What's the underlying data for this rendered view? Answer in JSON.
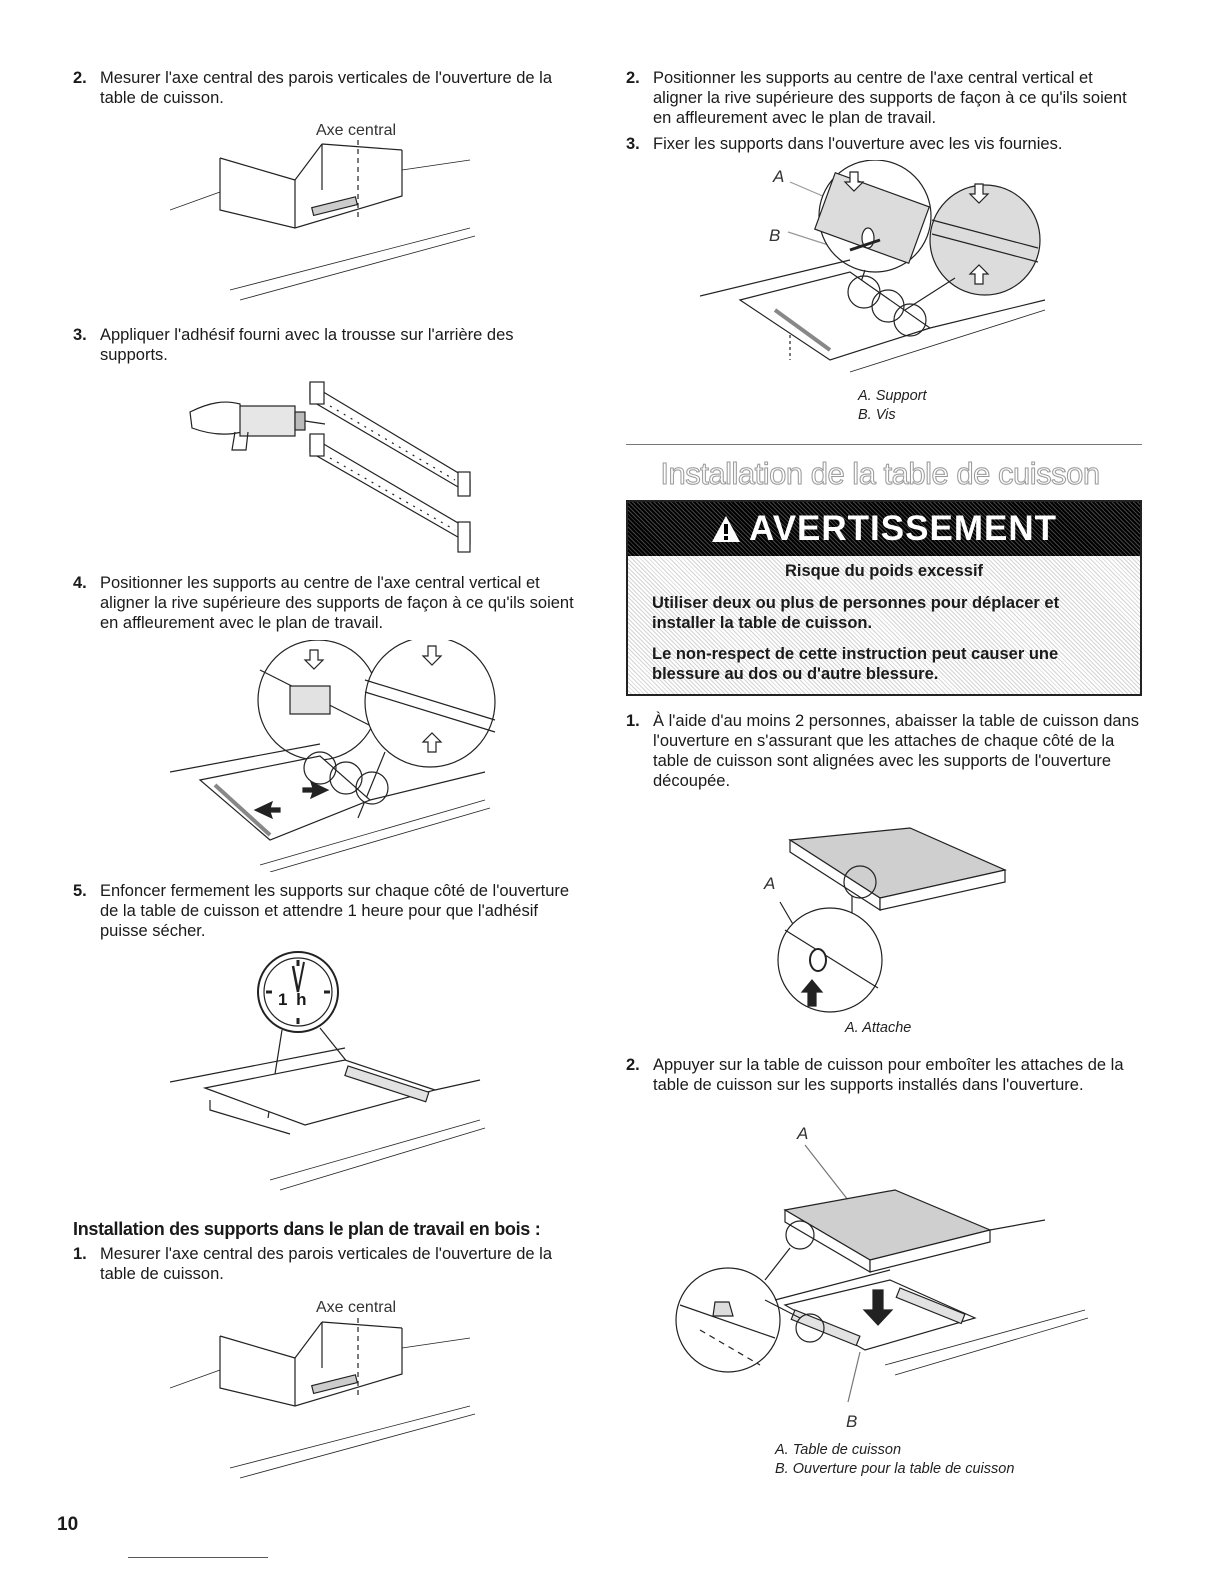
{
  "left": {
    "step2_num": "2.",
    "step2_text": "Mesurer l'axe central des parois verticales de l'ouverture de la table de cuisson.",
    "fig1_label": "Axe central",
    "step3_num": "3.",
    "step3_text": "Appliquer l'adhésif fourni avec la trousse sur l'arrière des supports.",
    "step4_num": "4.",
    "step4_text": "Positionner les supports au centre de l'axe central vertical et aligner la rive supérieure des supports de façon à ce qu'ils soient en affleurement avec le plan de travail.",
    "step5_num": "5.",
    "step5_text": "Enfoncer fermement les supports sur chaque côté de l'ouverture de la table de cuisson et attendre 1 heure pour que l'adhésif puisse sécher.",
    "clock_label": "1 h",
    "subhead": "Installation des supports dans le plan de travail en bois :",
    "wood_step1_num": "1.",
    "wood_step1_text": "Mesurer l'axe central des parois verticales de l'ouverture de la table de cuisson.",
    "fig5_label": "Axe central"
  },
  "right": {
    "step2_num": "2.",
    "step2_text": "Positionner les supports au centre de l'axe central vertical et aligner la rive supérieure des supports de façon à ce qu'ils soient en affleurement avec le plan de travail.",
    "step3_num": "3.",
    "step3_text": "Fixer les supports dans l'ouverture avec les vis fournies.",
    "fig_a_letter": "A",
    "fig_b_letter": "B",
    "caption1_a": "A. Support",
    "caption1_b": "B. Vis",
    "section_title": "Installation de la table de cuisson",
    "warning": {
      "title": "AVERTISSEMENT",
      "subtitle": "Risque du poids excessif",
      "p1": "Utiliser deux ou plus de personnes pour déplacer et installer la table de cuisson.",
      "p2": "Le non-respect de cette instruction peut causer une blessure au dos ou d'autre blessure."
    },
    "inst_step1_num": "1.",
    "inst_step1_text": "À l'aide d'au moins 2 personnes, abaisser la table de cuisson dans l'ouverture en s'assurant que les attaches de chaque côté de la table de cuisson sont alignées avec les supports de l'ouverture découpée.",
    "fig2_letter": "A",
    "caption2": "A. Attache",
    "inst_step2_num": "2.",
    "inst_step2_text": "Appuyer sur la table de cuisson pour emboîter les attaches de la table de cuisson sur les supports installés dans l'ouverture.",
    "fig3_letter_a": "A",
    "fig3_letter_b": "B",
    "caption3_a": "A. Table de cuisson",
    "caption3_b": "B. Ouverture pour la table de cuisson"
  },
  "page_number": "10"
}
